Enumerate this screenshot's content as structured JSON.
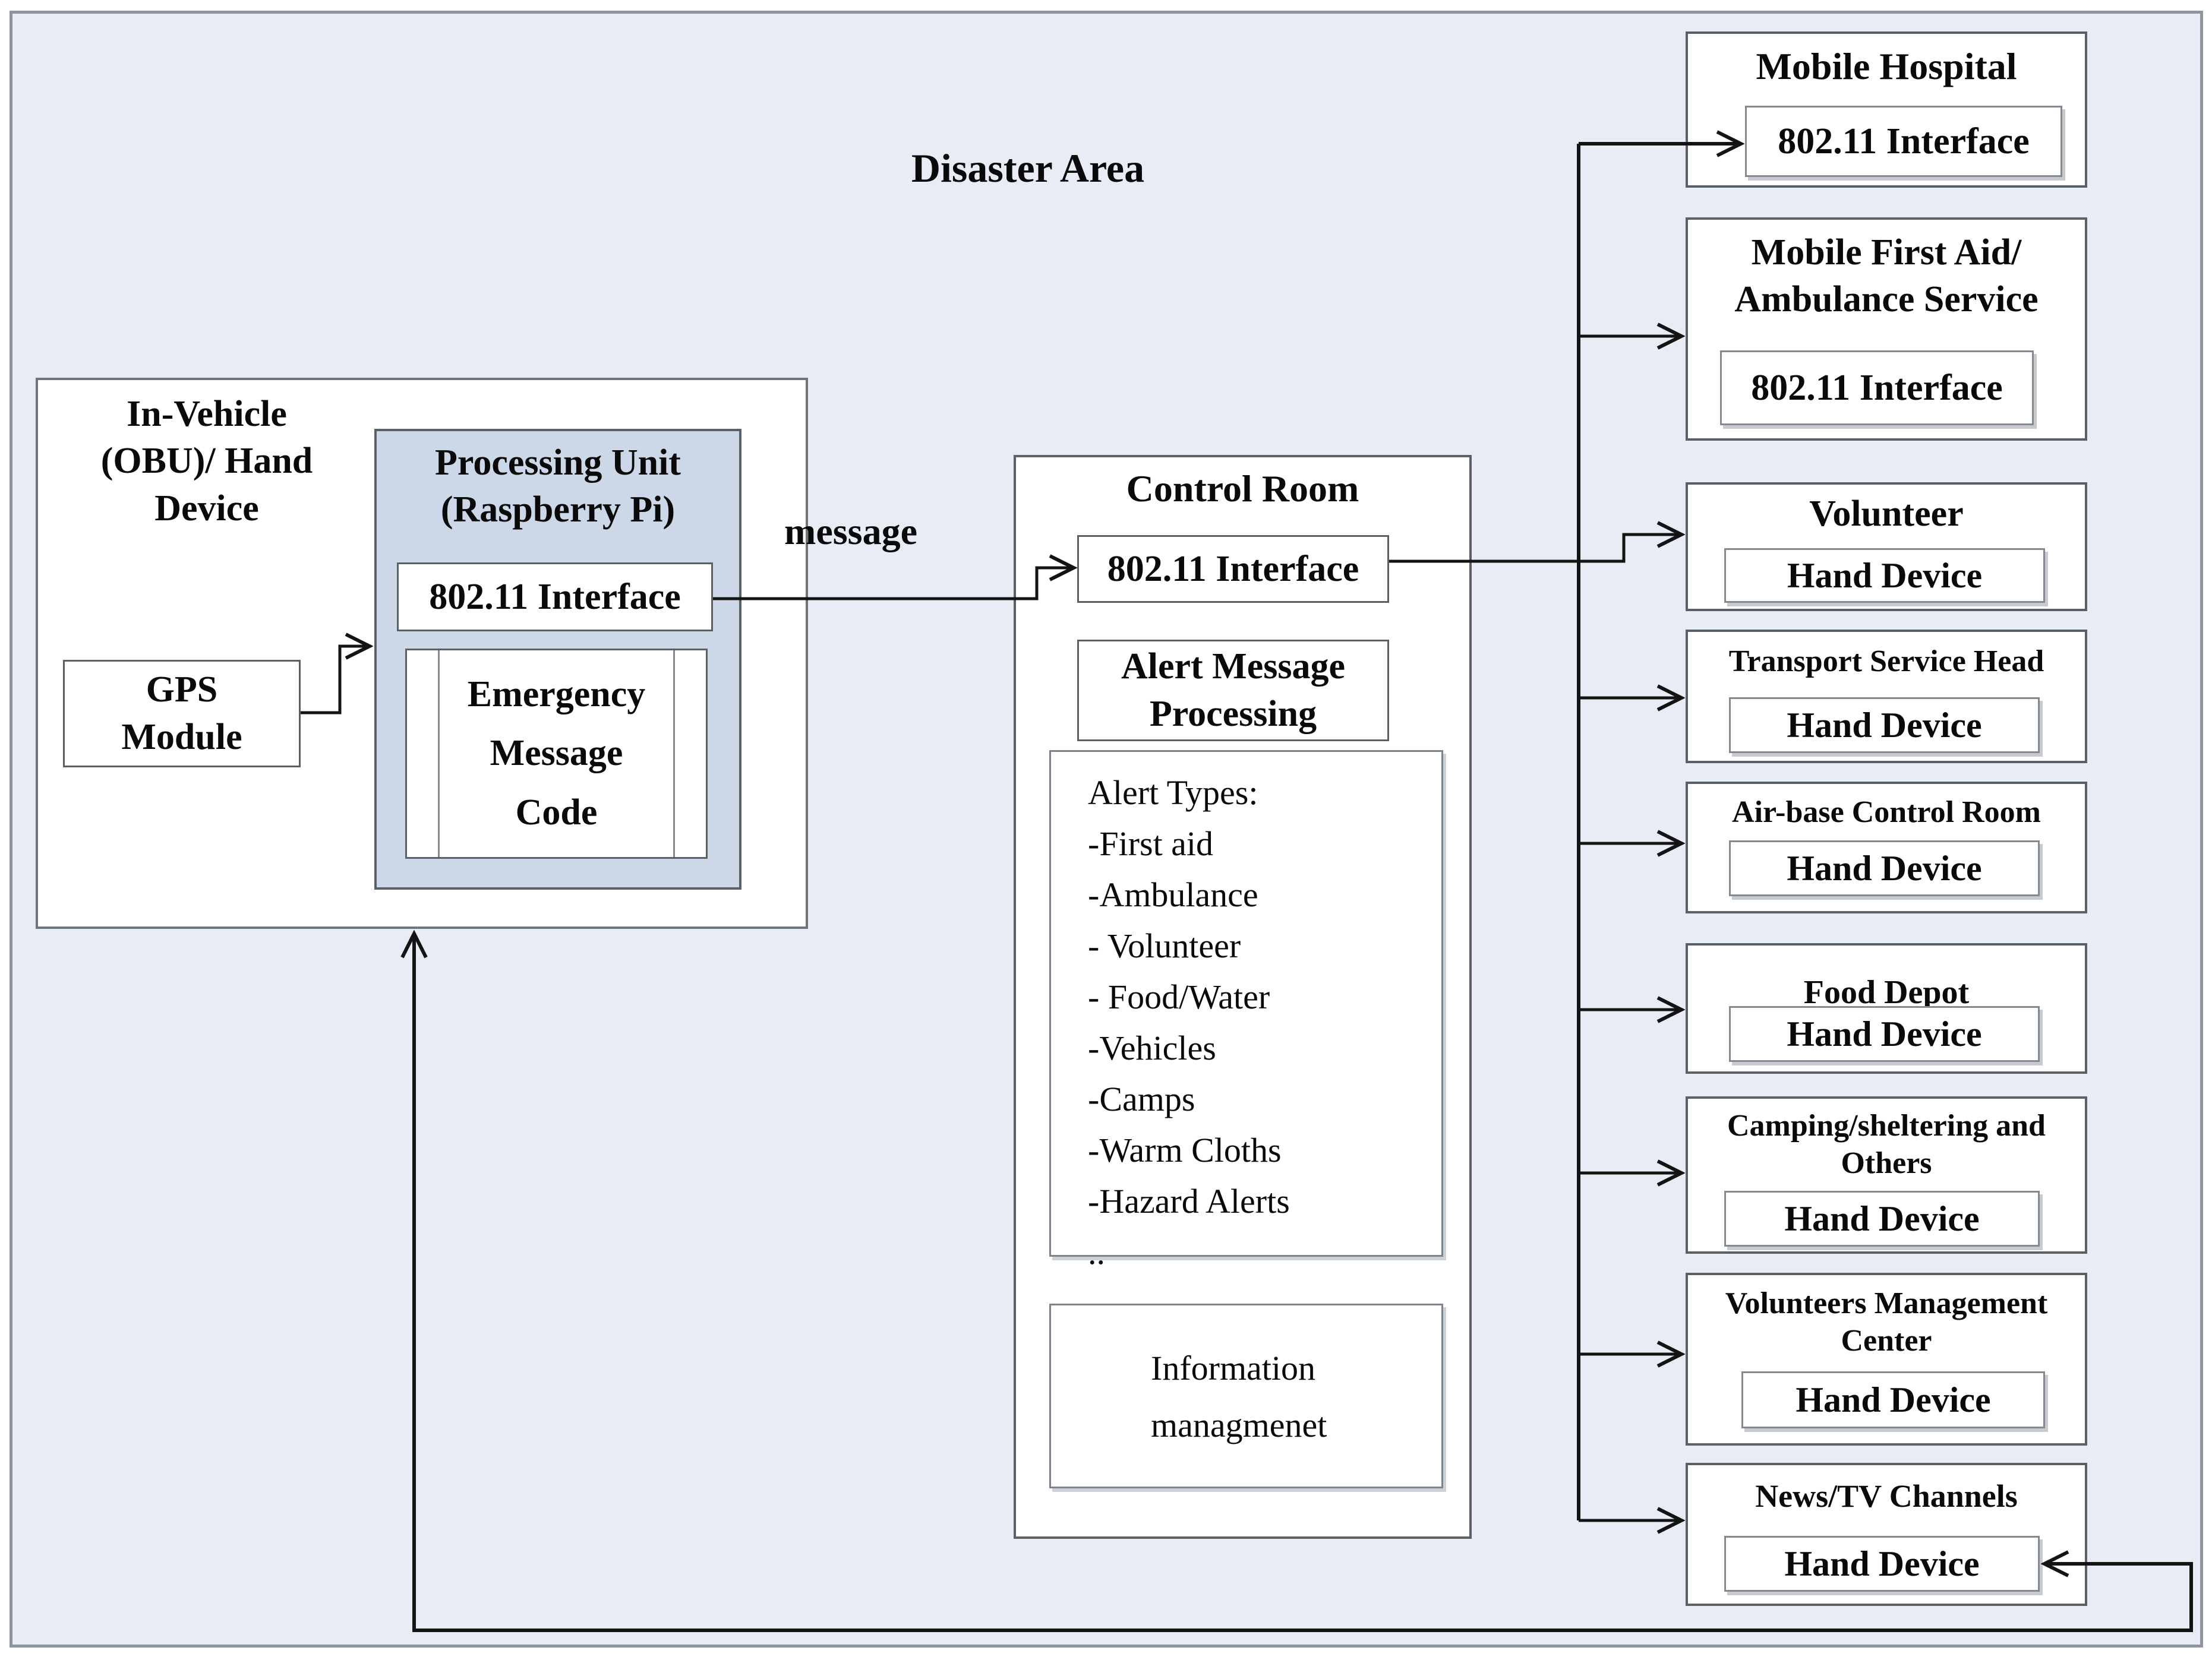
{
  "colors": {
    "canvas_background": "#e8edf5",
    "frame_border": "#8f959e",
    "box_fill": "#ffffff",
    "processing_unit_fill": "#ccd7e7",
    "box_border_dark": "#5b6066",
    "box_border_gray": "#84898f",
    "connector_line": "#141414",
    "text": "#0a0a0a"
  },
  "title": "Disaster Area",
  "message_label": "message",
  "in_vehicle": {
    "title_lines": [
      "In-Vehicle",
      "(OBU)/ Hand",
      "Device"
    ],
    "gps_lines": [
      "GPS",
      "Module"
    ],
    "processing_unit": {
      "title_lines": [
        "Processing Unit",
        "(Raspberry Pi)"
      ],
      "interface_label": "802.11 Interface",
      "emergency_lines": [
        "Emergency",
        "Message",
        "Code"
      ]
    }
  },
  "control_room": {
    "title": "Control Room",
    "interface_label": "802.11 Interface",
    "alert_processing_lines": [
      "Alert Message",
      "Processing"
    ],
    "alert_types": {
      "items": [
        "Alert Types:",
        "-First aid",
        "-Ambulance",
        "- Volunteer",
        "- Food/Water",
        "-Vehicles",
        "-Camps",
        "-Warm Cloths",
        "-Hazard Alerts",
        ".."
      ]
    },
    "information_lines": [
      "Information",
      "managmenet"
    ]
  },
  "recipients": [
    {
      "id": "mobile-hospital",
      "title_lines": [
        "Mobile Hospital"
      ],
      "device_label": "802.11 Interface"
    },
    {
      "id": "mobile-first-aid",
      "title_lines": [
        "Mobile First Aid/",
        "Ambulance Service"
      ],
      "device_label": "802.11 Interface"
    },
    {
      "id": "volunteer",
      "title_lines": [
        "Volunteer"
      ],
      "device_label": "Hand Device"
    },
    {
      "id": "transport-service-head",
      "title_lines": [
        "Transport Service Head"
      ],
      "device_label": "Hand Device"
    },
    {
      "id": "air-base-control-room",
      "title_lines": [
        "Air-base Control Room"
      ],
      "device_label": "Hand Device"
    },
    {
      "id": "food-depot",
      "title_lines": [
        "Food Depot"
      ],
      "device_label": "Hand Device"
    },
    {
      "id": "camping-sheltering",
      "title_lines": [
        "Camping/sheltering and",
        "Others"
      ],
      "device_label": "Hand Device"
    },
    {
      "id": "volunteers-management-center",
      "title_lines": [
        "Volunteers Management",
        "Center"
      ],
      "device_label": "Hand Device"
    },
    {
      "id": "news-tv-channels",
      "title_lines": [
        "News/TV Channels"
      ],
      "device_label": "Hand Device"
    }
  ]
}
